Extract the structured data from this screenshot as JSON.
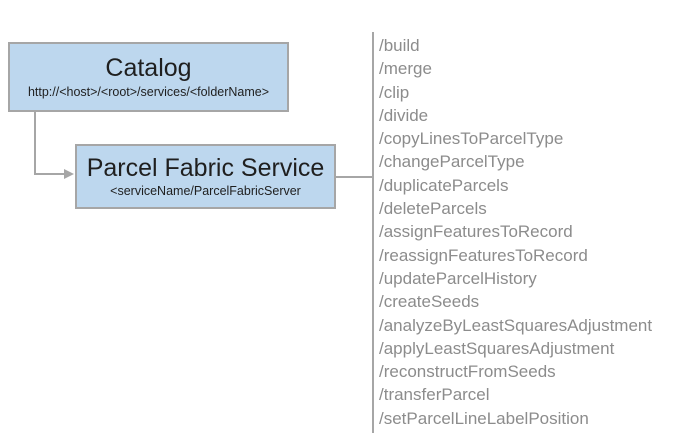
{
  "catalog": {
    "title": "Catalog",
    "url": "http://<host>/<root>/services/<folderName>"
  },
  "service": {
    "title": "Parcel Fabric Service",
    "subtitle": "<serviceName/ParcelFabricServer"
  },
  "operations": [
    "/build",
    "/merge",
    "/clip",
    "/divide",
    "/copyLinesToParcelType",
    "/changeParcelType",
    "/duplicateParcels",
    "/deleteParcels",
    "/assignFeaturesToRecord",
    "/reassignFeaturesToRecord",
    "/updateParcelHistory",
    "/createSeeds",
    "/analyzeByLeastSquaresAdjustment",
    "/applyLeastSquaresAdjustment",
    "/reconstructFromSeeds",
    "/transferParcel",
    "/setParcelLineLabelPosition"
  ],
  "colors": {
    "node_fill": "#bdd7ee",
    "node_border": "#a6a6a6",
    "connector": "#a6a6a6",
    "list_text": "#8c8c8c",
    "title_text": "#1f1f1f"
  }
}
